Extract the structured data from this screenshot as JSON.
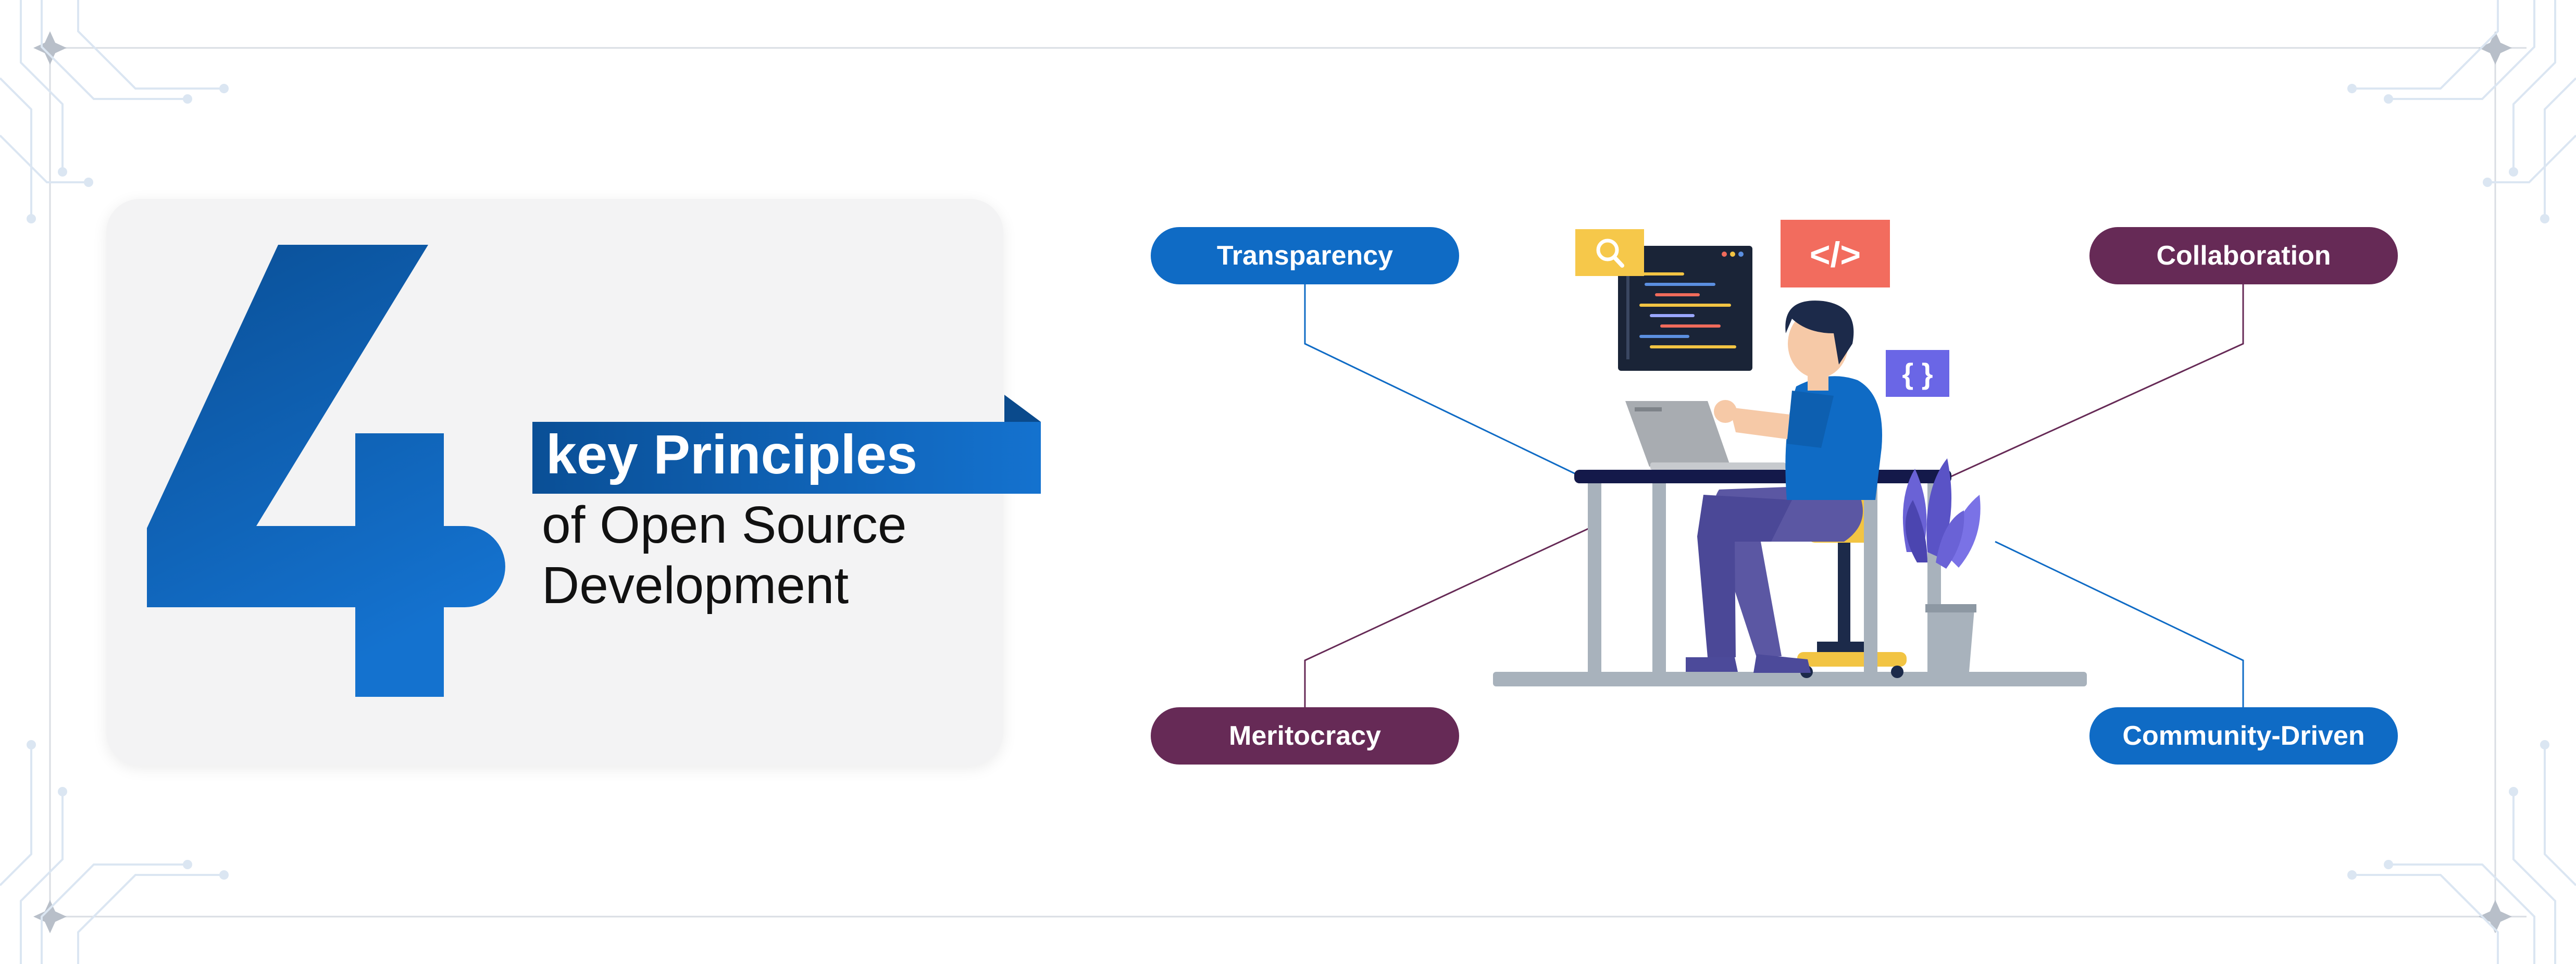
{
  "hero": {
    "number": "4",
    "title_strong": "key Principles",
    "title_line2": "of Open Source",
    "title_line3": "Development"
  },
  "principles": [
    {
      "label": "Transparency",
      "color": "#0f6bc5"
    },
    {
      "label": "Collaboration",
      "color": "#662a56"
    },
    {
      "label": "Meritocracy",
      "color": "#662a56"
    },
    {
      "label": "Community-Driven",
      "color": "#0f6bc5"
    }
  ],
  "illustration": {
    "code_badge": "</>",
    "braces_badge": "{ }"
  },
  "colors": {
    "brand_blue": "#0f6bc5",
    "dark_blue": "#0a4f96",
    "plum": "#662a56",
    "background": "#ffffff",
    "card": "#f3f3f4"
  }
}
